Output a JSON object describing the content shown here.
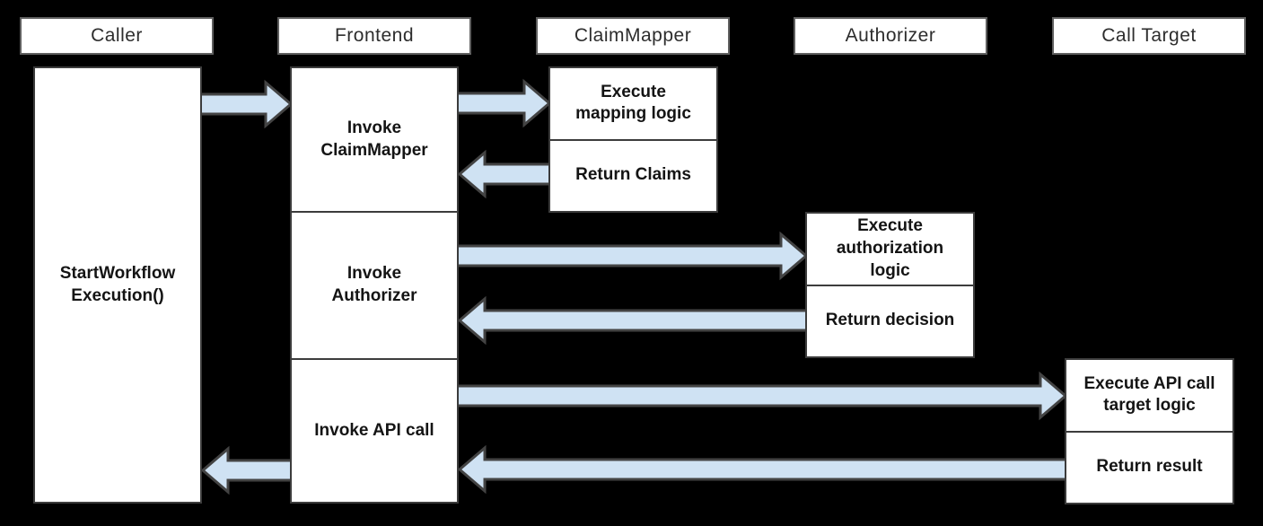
{
  "diagram": {
    "background": "#000000",
    "box_fill": "#ffffff",
    "arrow_fill": "#cfe2f3",
    "arrow_stroke": "#434343",
    "header_border": "#5f5f5f",
    "body_border": "#3c3c3c"
  },
  "lanes": [
    {
      "label": "Caller"
    },
    {
      "label": "Frontend"
    },
    {
      "label": "ClaimMapper"
    },
    {
      "label": "Authorizer"
    },
    {
      "label": "Call Target"
    }
  ],
  "caller": {
    "activation": "StartWorkflow\nExecution()"
  },
  "frontend": {
    "steps": [
      {
        "label": "Invoke\nClaimMapper"
      },
      {
        "label": "Invoke\nAuthorizer"
      },
      {
        "label": "Invoke API call"
      }
    ]
  },
  "claimmapper": {
    "steps": [
      {
        "label": "Execute\nmapping logic"
      },
      {
        "label": "Return Claims"
      }
    ]
  },
  "authorizer": {
    "steps": [
      {
        "label": "Execute\nauthorization\nlogic"
      },
      {
        "label": "Return decision"
      }
    ]
  },
  "calltarget": {
    "steps": [
      {
        "label": "Execute API call\ntarget logic"
      },
      {
        "label": "Return result"
      }
    ]
  }
}
